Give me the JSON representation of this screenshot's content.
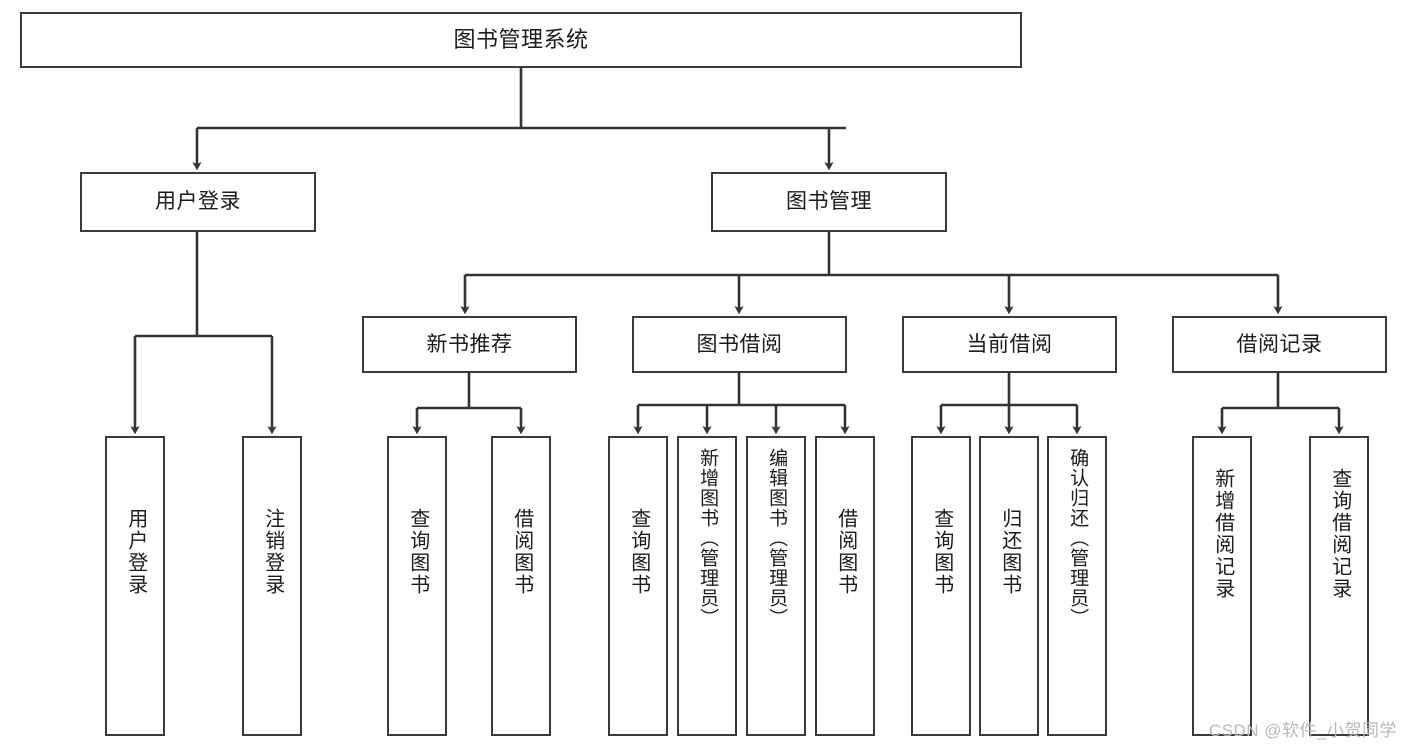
{
  "diagram": {
    "type": "tree",
    "title": "图书管理系统",
    "root": {
      "id": "root",
      "label": "图书管理系统"
    },
    "level2": [
      {
        "id": "user-login",
        "label": "用户登录"
      },
      {
        "id": "book-management",
        "label": "图书管理"
      }
    ],
    "level3": [
      {
        "id": "new-book-recommend",
        "label": "新书推荐",
        "parent": "book-management"
      },
      {
        "id": "book-borrow",
        "label": "图书借阅",
        "parent": "book-management"
      },
      {
        "id": "current-borrow",
        "label": "当前借阅",
        "parent": "book-management"
      },
      {
        "id": "borrow-record",
        "label": "借阅记录",
        "parent": "book-management"
      }
    ],
    "leaves": [
      {
        "id": "leaf-user-login",
        "label": "用户登录",
        "parent": "user-login"
      },
      {
        "id": "leaf-logout",
        "label": "注销登录",
        "parent": "user-login"
      },
      {
        "id": "leaf-query-book-1",
        "label": "查询图书",
        "parent": "new-book-recommend"
      },
      {
        "id": "leaf-borrow-book-1",
        "label": "借阅图书",
        "parent": "new-book-recommend"
      },
      {
        "id": "leaf-query-book-2",
        "label": "查询图书",
        "parent": "book-borrow"
      },
      {
        "id": "leaf-add-book",
        "label": "新增图书（管理员）",
        "parent": "book-borrow"
      },
      {
        "id": "leaf-edit-book",
        "label": "编辑图书（管理员）",
        "parent": "book-borrow"
      },
      {
        "id": "leaf-borrow-book-2",
        "label": "借阅图书",
        "parent": "book-borrow"
      },
      {
        "id": "leaf-query-book-3",
        "label": "查询图书",
        "parent": "current-borrow"
      },
      {
        "id": "leaf-return-book",
        "label": "归还图书",
        "parent": "current-borrow"
      },
      {
        "id": "leaf-confirm-return",
        "label": "确认归还（管理员）",
        "parent": "current-borrow"
      },
      {
        "id": "leaf-add-record",
        "label": "新增借阅记录",
        "parent": "borrow-record"
      },
      {
        "id": "leaf-query-record",
        "label": "查询借阅记录",
        "parent": "borrow-record"
      }
    ]
  },
  "watermark": {
    "text": "CSDN @软件_小贺同学"
  },
  "colors": {
    "box_border": "#3a3a3a",
    "connector": "#333333",
    "text": "#1b1b1b",
    "background": "#ffffff",
    "watermark": "#b9b9b9"
  }
}
